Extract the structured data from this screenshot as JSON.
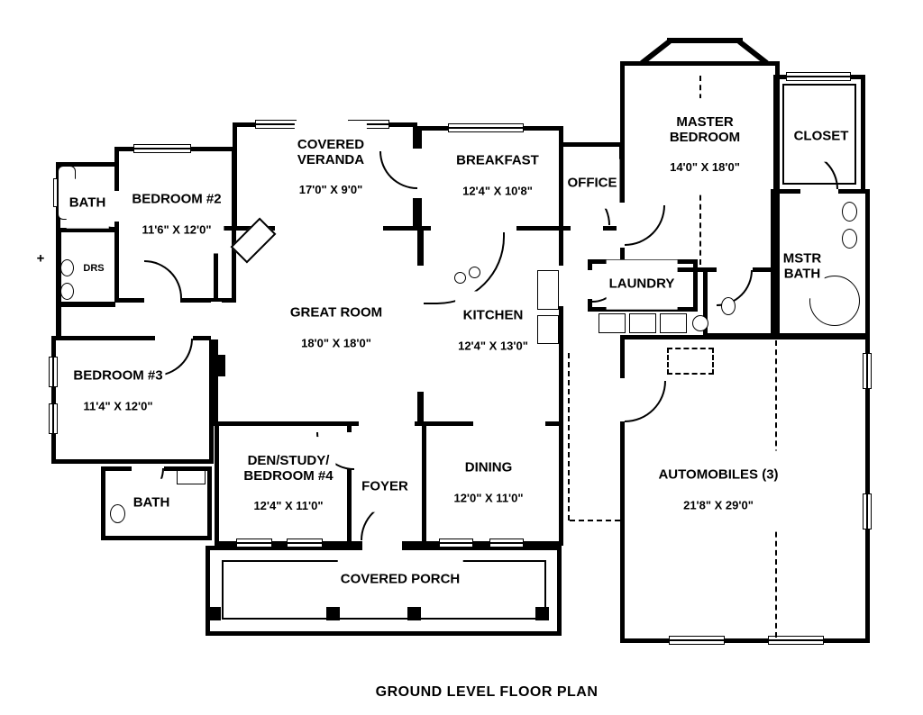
{
  "title": "GROUND LEVEL FLOOR PLAN",
  "marker": "+",
  "colors": {
    "wall": "#000000",
    "background": "#ffffff",
    "text": "#000000"
  },
  "rooms": {
    "bath_top": {
      "name": "BATH"
    },
    "bedroom_2": {
      "name": "BEDROOM #2",
      "dims": "11'6\" X 12'0\""
    },
    "drs": {
      "name": "DRS"
    },
    "bedroom_3": {
      "name": "BEDROOM #3",
      "dims": "11'4\" X 12'0\""
    },
    "bath_bottom": {
      "name": "BATH"
    },
    "covered_veranda": {
      "name": "COVERED\nVERANDA",
      "dims": "17'0\" X 9'0\""
    },
    "great_room": {
      "name": "GREAT ROOM",
      "dims": "18'0\" X 18'0\""
    },
    "den_study": {
      "name": "DEN/STUDY/\nBEDROOM #4",
      "dims": "12'4\" X 11'0\""
    },
    "foyer": {
      "name": "FOYER"
    },
    "dining": {
      "name": "DINING",
      "dims": "12'0\" X 11'0\""
    },
    "kitchen": {
      "name": "KITCHEN",
      "dims": "12'4\" X 13'0\""
    },
    "breakfast": {
      "name": "BREAKFAST",
      "dims": "12'4\" X 10'8\""
    },
    "office": {
      "name": "OFFICE"
    },
    "laundry": {
      "name": "LAUNDRY"
    },
    "master_bedroom": {
      "name": "MASTER\nBEDROOM",
      "dims": "14'0\" X 18'0\""
    },
    "closet": {
      "name": "CLOSET"
    },
    "master_bath": {
      "name": "MSTR\nBATH"
    },
    "garage": {
      "name": "AUTOMOBILES (3)",
      "dims": "21'8\" X 29'0\""
    },
    "covered_porch": {
      "name": "COVERED PORCH"
    }
  }
}
